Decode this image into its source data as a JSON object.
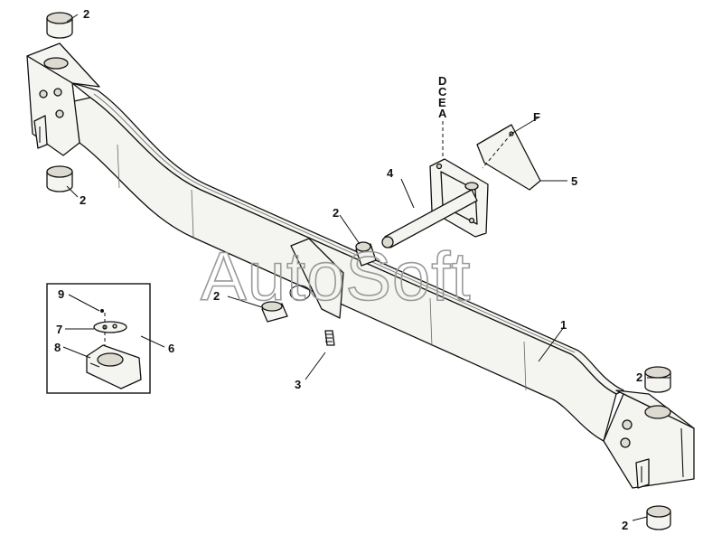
{
  "watermark": "AutoSoft",
  "callouts": {
    "c1": "1",
    "c2_top": "2",
    "c2_left": "2",
    "c2_mid_a": "2",
    "c2_mid_b": "2",
    "c2_right_top": "2",
    "c2_right_bottom": "2",
    "c3": "3",
    "c4": "4",
    "c5": "5",
    "c6": "6",
    "c7": "7",
    "c8": "8",
    "c9": "9",
    "d": "D",
    "c": "C",
    "e": "E",
    "a": "A",
    "f": "F"
  }
}
